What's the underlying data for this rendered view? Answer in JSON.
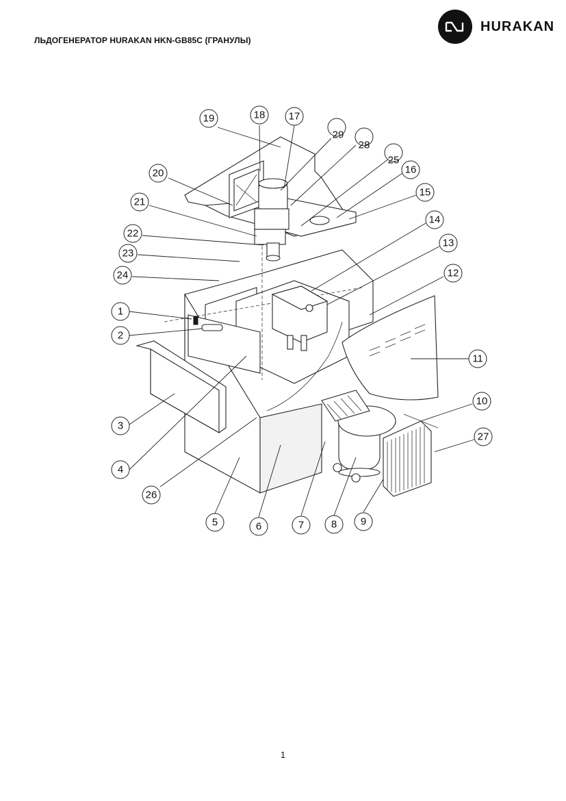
{
  "header": {
    "title": "ЛЬДОГЕНЕРАТОР HURAKAN HKN-GB85C (ГРАНУЛЫ)",
    "brand": "HURAKAN"
  },
  "diagram": {
    "callouts": [
      "1",
      "2",
      "3",
      "4",
      "5",
      "6",
      "7",
      "8",
      "9",
      "10",
      "11",
      "12",
      "13",
      "14",
      "15",
      "16",
      "17",
      "18",
      "19",
      "20",
      "21",
      "22",
      "23",
      "24",
      "25",
      "26",
      "27",
      "28",
      "29"
    ]
  },
  "footer": {
    "page_number": "1"
  }
}
